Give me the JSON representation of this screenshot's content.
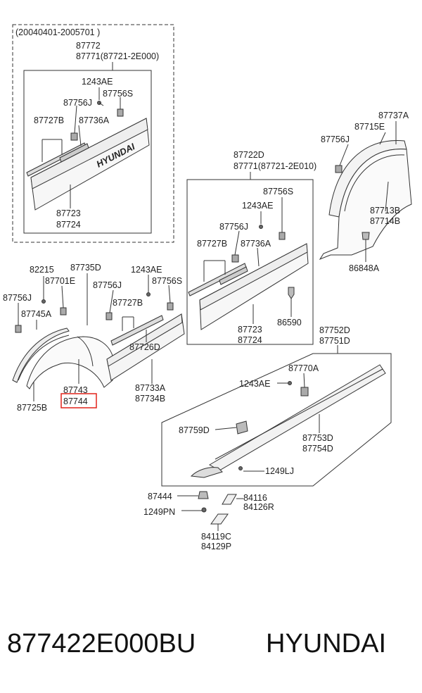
{
  "diagram": {
    "inset_top": {
      "date_range": "(20040401-2005701 )",
      "pn_main": "87772",
      "pn_sub": "87771(87721-2E000)",
      "labels": {
        "l1243AE": "1243AE",
        "l87756J": "87756J",
        "l87756S": "87756S",
        "l87727B": "87727B",
        "l87736A": "87736A",
        "l87723": "87723",
        "l87724": "87724"
      },
      "emblem_text": "HYUNDAI"
    },
    "inset_mid": {
      "pn_main": "87722D",
      "pn_sub": "87771(87721-2E010)",
      "labels": {
        "l87756S": "87756S",
        "l1243AE": "1243AE",
        "l87756J": "87756J",
        "l87727B": "87727B",
        "l87736A": "87736A",
        "l87723": "87723",
        "l87724": "87724",
        "l86590": "86590"
      }
    },
    "rear_arch": {
      "labels": {
        "l87737A": "87737A",
        "l87715E": "87715E",
        "l87756J": "87756J",
        "l87713B": "87713B",
        "l87714B": "87714B",
        "l86848A": "86848A"
      }
    },
    "front_arch": {
      "labels": {
        "l82215": "82215",
        "l87735D": "87735D",
        "l1243AE": "1243AE",
        "l87701E": "87701E",
        "l87756J_a": "87756J",
        "l87756J_b": "87756J",
        "l87756S": "87756S",
        "l87745A": "87745A",
        "l87727B": "87727B",
        "l87726D": "87726D",
        "l87743": "87743",
        "l87744": "87744",
        "l87725B": "87725B",
        "l87733A": "87733A",
        "l87734B": "87734B"
      },
      "highlight_color": "#e2231a"
    },
    "sill": {
      "pn_main": "87752D",
      "pn_sub": "87751D",
      "labels": {
        "l87770A": "87770A",
        "l1243AE": "1243AE",
        "l87759D": "87759D",
        "l87753D": "87753D",
        "l87754D": "87754D",
        "l1249LJ": "1249LJ"
      }
    },
    "loose": {
      "labels": {
        "l87444": "87444",
        "l1249PN": "1249PN",
        "l84116": "84116",
        "l84126R": "84126R",
        "l84119C": "84119C",
        "l84129P": "84129P"
      }
    }
  },
  "footer": {
    "part_number": "877422E000BU",
    "brand": "HYUNDAI"
  }
}
